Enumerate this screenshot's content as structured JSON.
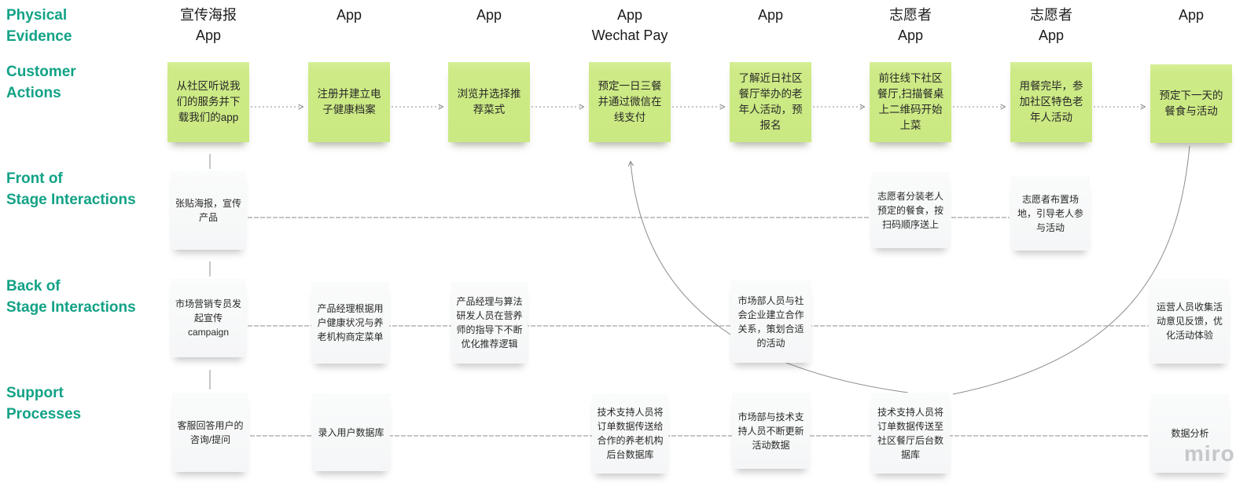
{
  "board": {
    "watermark": "miro",
    "colors": {
      "label_teal": "#12A286",
      "sticky_green": "#CBE982",
      "sticky_white": "#F6F7F7",
      "connector_gray": "#8B8B8B",
      "header_text": "#1B1B1B"
    }
  },
  "row_labels": [
    {
      "line1": "Physical",
      "line2": "Evidence"
    },
    {
      "line1": "Customer",
      "line2": "Actions"
    },
    {
      "line1": "Front of",
      "line2": "Stage Interactions"
    },
    {
      "line1": "Back of",
      "line2": "Stage Interactions"
    },
    {
      "line1": "Support",
      "line2": "Processes"
    }
  ],
  "column_headers": [
    {
      "line1": "宣传海报",
      "line2": "App"
    },
    {
      "line1": "App",
      "line2": ""
    },
    {
      "line1": "App",
      "line2": ""
    },
    {
      "line1": "App",
      "line2": "Wechat Pay"
    },
    {
      "line1": "App",
      "line2": ""
    },
    {
      "line1": "志愿者",
      "line2": "App"
    },
    {
      "line1": "志愿者",
      "line2": "App"
    },
    {
      "line1": "App",
      "line2": ""
    }
  ],
  "customer_actions": [
    "从社区听说我们的服务并下载我们的app",
    "注册并建立电子健康档案",
    "浏览并选择推荐菜式",
    "预定一日三餐并通过微信在线支付",
    "了解近日社区餐厅举办的老年人活动，预报名",
    "前往线下社区餐厅,扫描餐桌上二维码开始上菜",
    "用餐完毕，参加社区特色老年人活动",
    "预定下一天的餐食与活动"
  ],
  "front_stage": [
    "张贴海报，宣传产品",
    "志愿者分装老人预定的餐食，按扫码顺序送上",
    "志愿者布置场地，引导老人参与活动"
  ],
  "back_stage": [
    "市场营销专员发起宣传campaign",
    "产品经理根据用户健康状况与养老机构商定菜单",
    "产品经理与算法研发人员在营养师的指导下不断优化推荐逻辑",
    "市场部人员与社会企业建立合作关系，策划合适的活动",
    "运营人员收集活动意见反馈，优化活动体验"
  ],
  "support": [
    "客服回答用户的咨询/提问",
    "录入用户数据库",
    "技术支持人员将订单数据传送给合作的养老机构后台数据库",
    "市场部与技术支持人员不断更新活动数据",
    "技术支持人员将订单数据传送至社区餐厅后台数据库",
    "数据分析"
  ]
}
